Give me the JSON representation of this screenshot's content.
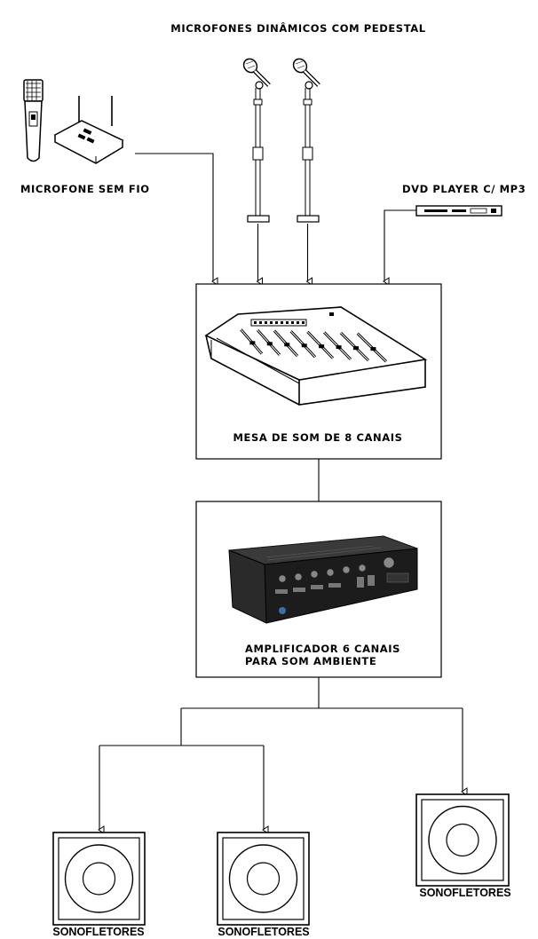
{
  "labels": {
    "dynamic_mics": "MICROFONES DINÂMICOS COM PEDESTAL",
    "wireless_mic": "MICROFONE SEM FIO",
    "dvd_player": "DVD PLAYER C/ MP3",
    "mixer": "MESA DE SOM DE 8 CANAIS",
    "amplifier_line1": "AMPLIFICADOR 6 CANAIS",
    "amplifier_line2": "PARA SOM AMBIENTE",
    "speaker_left": "SONOFLETORES",
    "speaker_middle": "SONOFLETORES",
    "speaker_right": "SONOFLETORES"
  },
  "mixer_channels": 8,
  "colors": {
    "line": "#000000",
    "background": "#ffffff",
    "amp_body": "#1c1c1c"
  }
}
